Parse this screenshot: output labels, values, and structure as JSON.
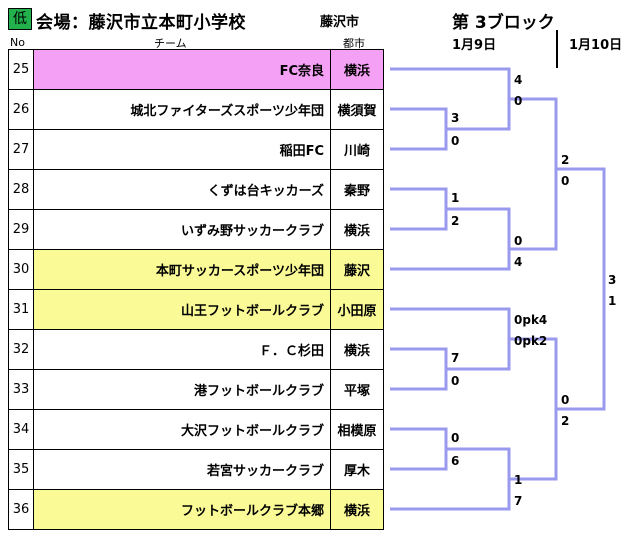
{
  "header": {
    "badge": "低",
    "venue": "会場：藤沢市立本町小学校",
    "city": "藤沢市",
    "block": "第 3ブロック",
    "date1": "1月9日",
    "date2": "1月10日",
    "col_no": "No",
    "col_team": "チーム",
    "col_city": "都市"
  },
  "rows": [
    {
      "no": "25",
      "team": "FC奈良",
      "city": "横浜",
      "color": "#f4a0f4"
    },
    {
      "no": "26",
      "team": "城北ファイターズスポーツ少年団",
      "city": "横須賀",
      "color": "#ffffff"
    },
    {
      "no": "27",
      "team": "稲田FC",
      "city": "川崎",
      "color": "#ffffff"
    },
    {
      "no": "28",
      "team": "くずは台キッカーズ",
      "city": "秦野",
      "color": "#ffffff"
    },
    {
      "no": "29",
      "team": "いずみ野サッカークラブ",
      "city": "横浜",
      "color": "#ffffff"
    },
    {
      "no": "30",
      "team": "本町サッカースポーツ少年団",
      "city": "藤沢",
      "color": "#fafa96"
    },
    {
      "no": "31",
      "team": "山王フットボールクラブ",
      "city": "小田原",
      "color": "#fafa96"
    },
    {
      "no": "32",
      "team": "Ｆ．Ｃ杉田",
      "city": "横浜",
      "color": "#ffffff"
    },
    {
      "no": "33",
      "team": "港フットボールクラブ",
      "city": "平塚",
      "color": "#ffffff"
    },
    {
      "no": "34",
      "team": "大沢フットボールクラブ",
      "city": "相模原",
      "color": "#ffffff"
    },
    {
      "no": "35",
      "team": "若宮サッカークラブ",
      "city": "厚木",
      "color": "#ffffff"
    },
    {
      "no": "36",
      "team": "フットボールクラブ本郷",
      "city": "横浜",
      "color": "#fafa96"
    }
  ],
  "scores": {
    "m1_top": "3",
    "m1_bot": "0",
    "m2_top": "1",
    "m2_bot": "2",
    "m3_top": "7",
    "m3_bot": "0",
    "m4_top": "0",
    "m4_bot": "6",
    "r2a_top": "4",
    "r2a_bot": "0",
    "r2b_top": "0",
    "r2b_bot": "4",
    "r2c_top": "0pk4",
    "r2c_bot": "0pk2",
    "r2d_top": "1",
    "r2d_bot": "7",
    "sfa_top": "2",
    "sfa_bot": "0",
    "sfb_top": "0",
    "sfb_bot": "2",
    "f_top": "3",
    "f_bot": "1"
  },
  "bracket_color": "#9999ee"
}
